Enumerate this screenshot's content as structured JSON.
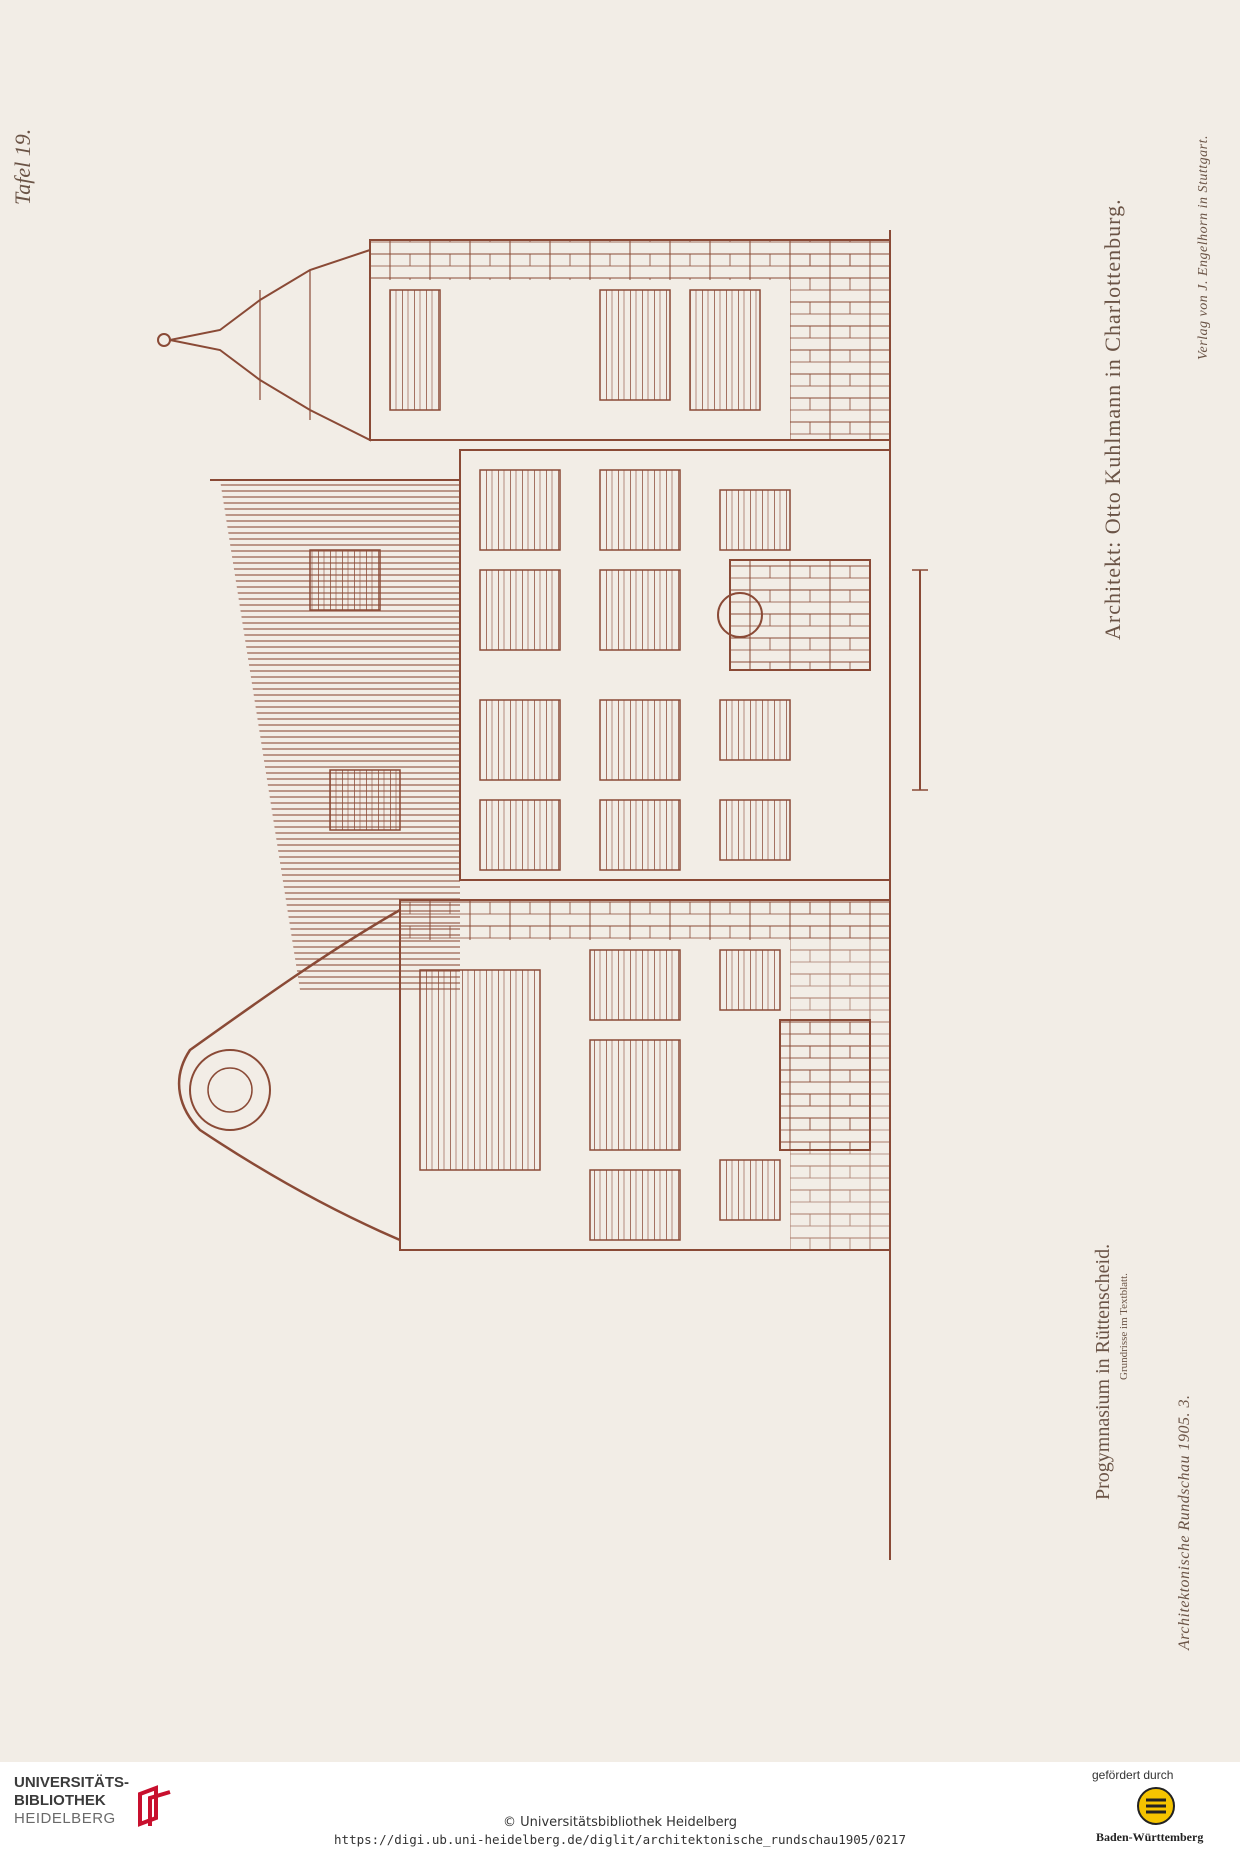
{
  "plate": {
    "plate_number": "Tafel 19.",
    "architect": "Architekt: Otto Kuhlmann in Charlottenburg.",
    "publisher": "Verlag von J. Engelhorn in Stuttgart.",
    "title": "Progymnasium in Rüttenscheid.",
    "subtitle": "Grundrisse im Textblatt.",
    "journal": "Architektonische Rundschau 1905. 3.",
    "ink_color": "#8a4a36",
    "paper_color": "#f2ede6"
  },
  "footer": {
    "library_line1": "UNIVERSITÄTS-",
    "library_line2": "BIBLIOTHEK",
    "library_line3": "HEIDELBERG",
    "copyright": "© Universitätsbibliothek Heidelberg",
    "url": "https://digi.ub.uni-heidelberg.de/diglit/architektonische_rundschau1905/0217",
    "funded_by": "gefördert durch",
    "funder": "Baden-Württemberg",
    "logo_accent": "#c8102e"
  }
}
